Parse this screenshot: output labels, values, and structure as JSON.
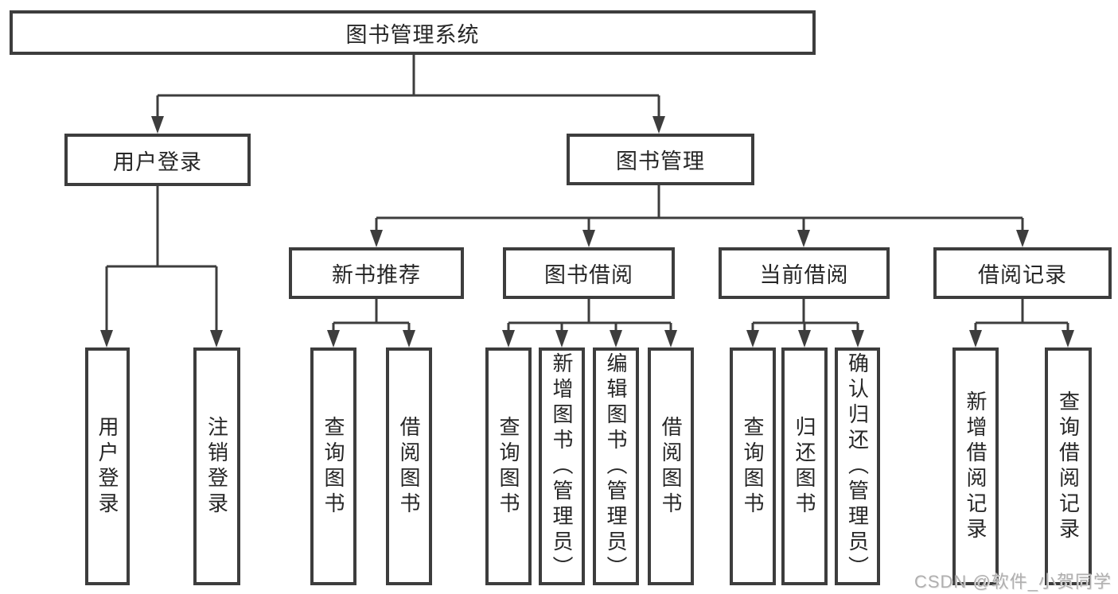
{
  "watermark": "CSDN @软件_小贺同学",
  "colors": {
    "line": "#3d3d3d",
    "text": "#262626",
    "box_bg": "#ffffff",
    "background": "#ffffff",
    "watermark": "#b0afaf"
  },
  "tree": {
    "label": "图书管理系统",
    "children": [
      {
        "label": "用户登录",
        "children": [
          {
            "label": "用户登录"
          },
          {
            "label": "注销登录"
          }
        ]
      },
      {
        "label": "图书管理",
        "children": [
          {
            "label": "新书推荐",
            "children": [
              {
                "label": "查询图书"
              },
              {
                "label": "借阅图书"
              }
            ]
          },
          {
            "label": "图书借阅",
            "children": [
              {
                "label": "查询图书"
              },
              {
                "label": "新增图书（管理员）"
              },
              {
                "label": "编辑图书（管理员）"
              },
              {
                "label": "借阅图书"
              }
            ]
          },
          {
            "label": "当前借阅",
            "children": [
              {
                "label": "查询图书"
              },
              {
                "label": "归还图书"
              },
              {
                "label": "确认归还（管理员）"
              }
            ]
          },
          {
            "label": "借阅记录",
            "children": [
              {
                "label": "新增借阅记录"
              },
              {
                "label": "查询借阅记录"
              }
            ]
          }
        ]
      }
    ]
  }
}
